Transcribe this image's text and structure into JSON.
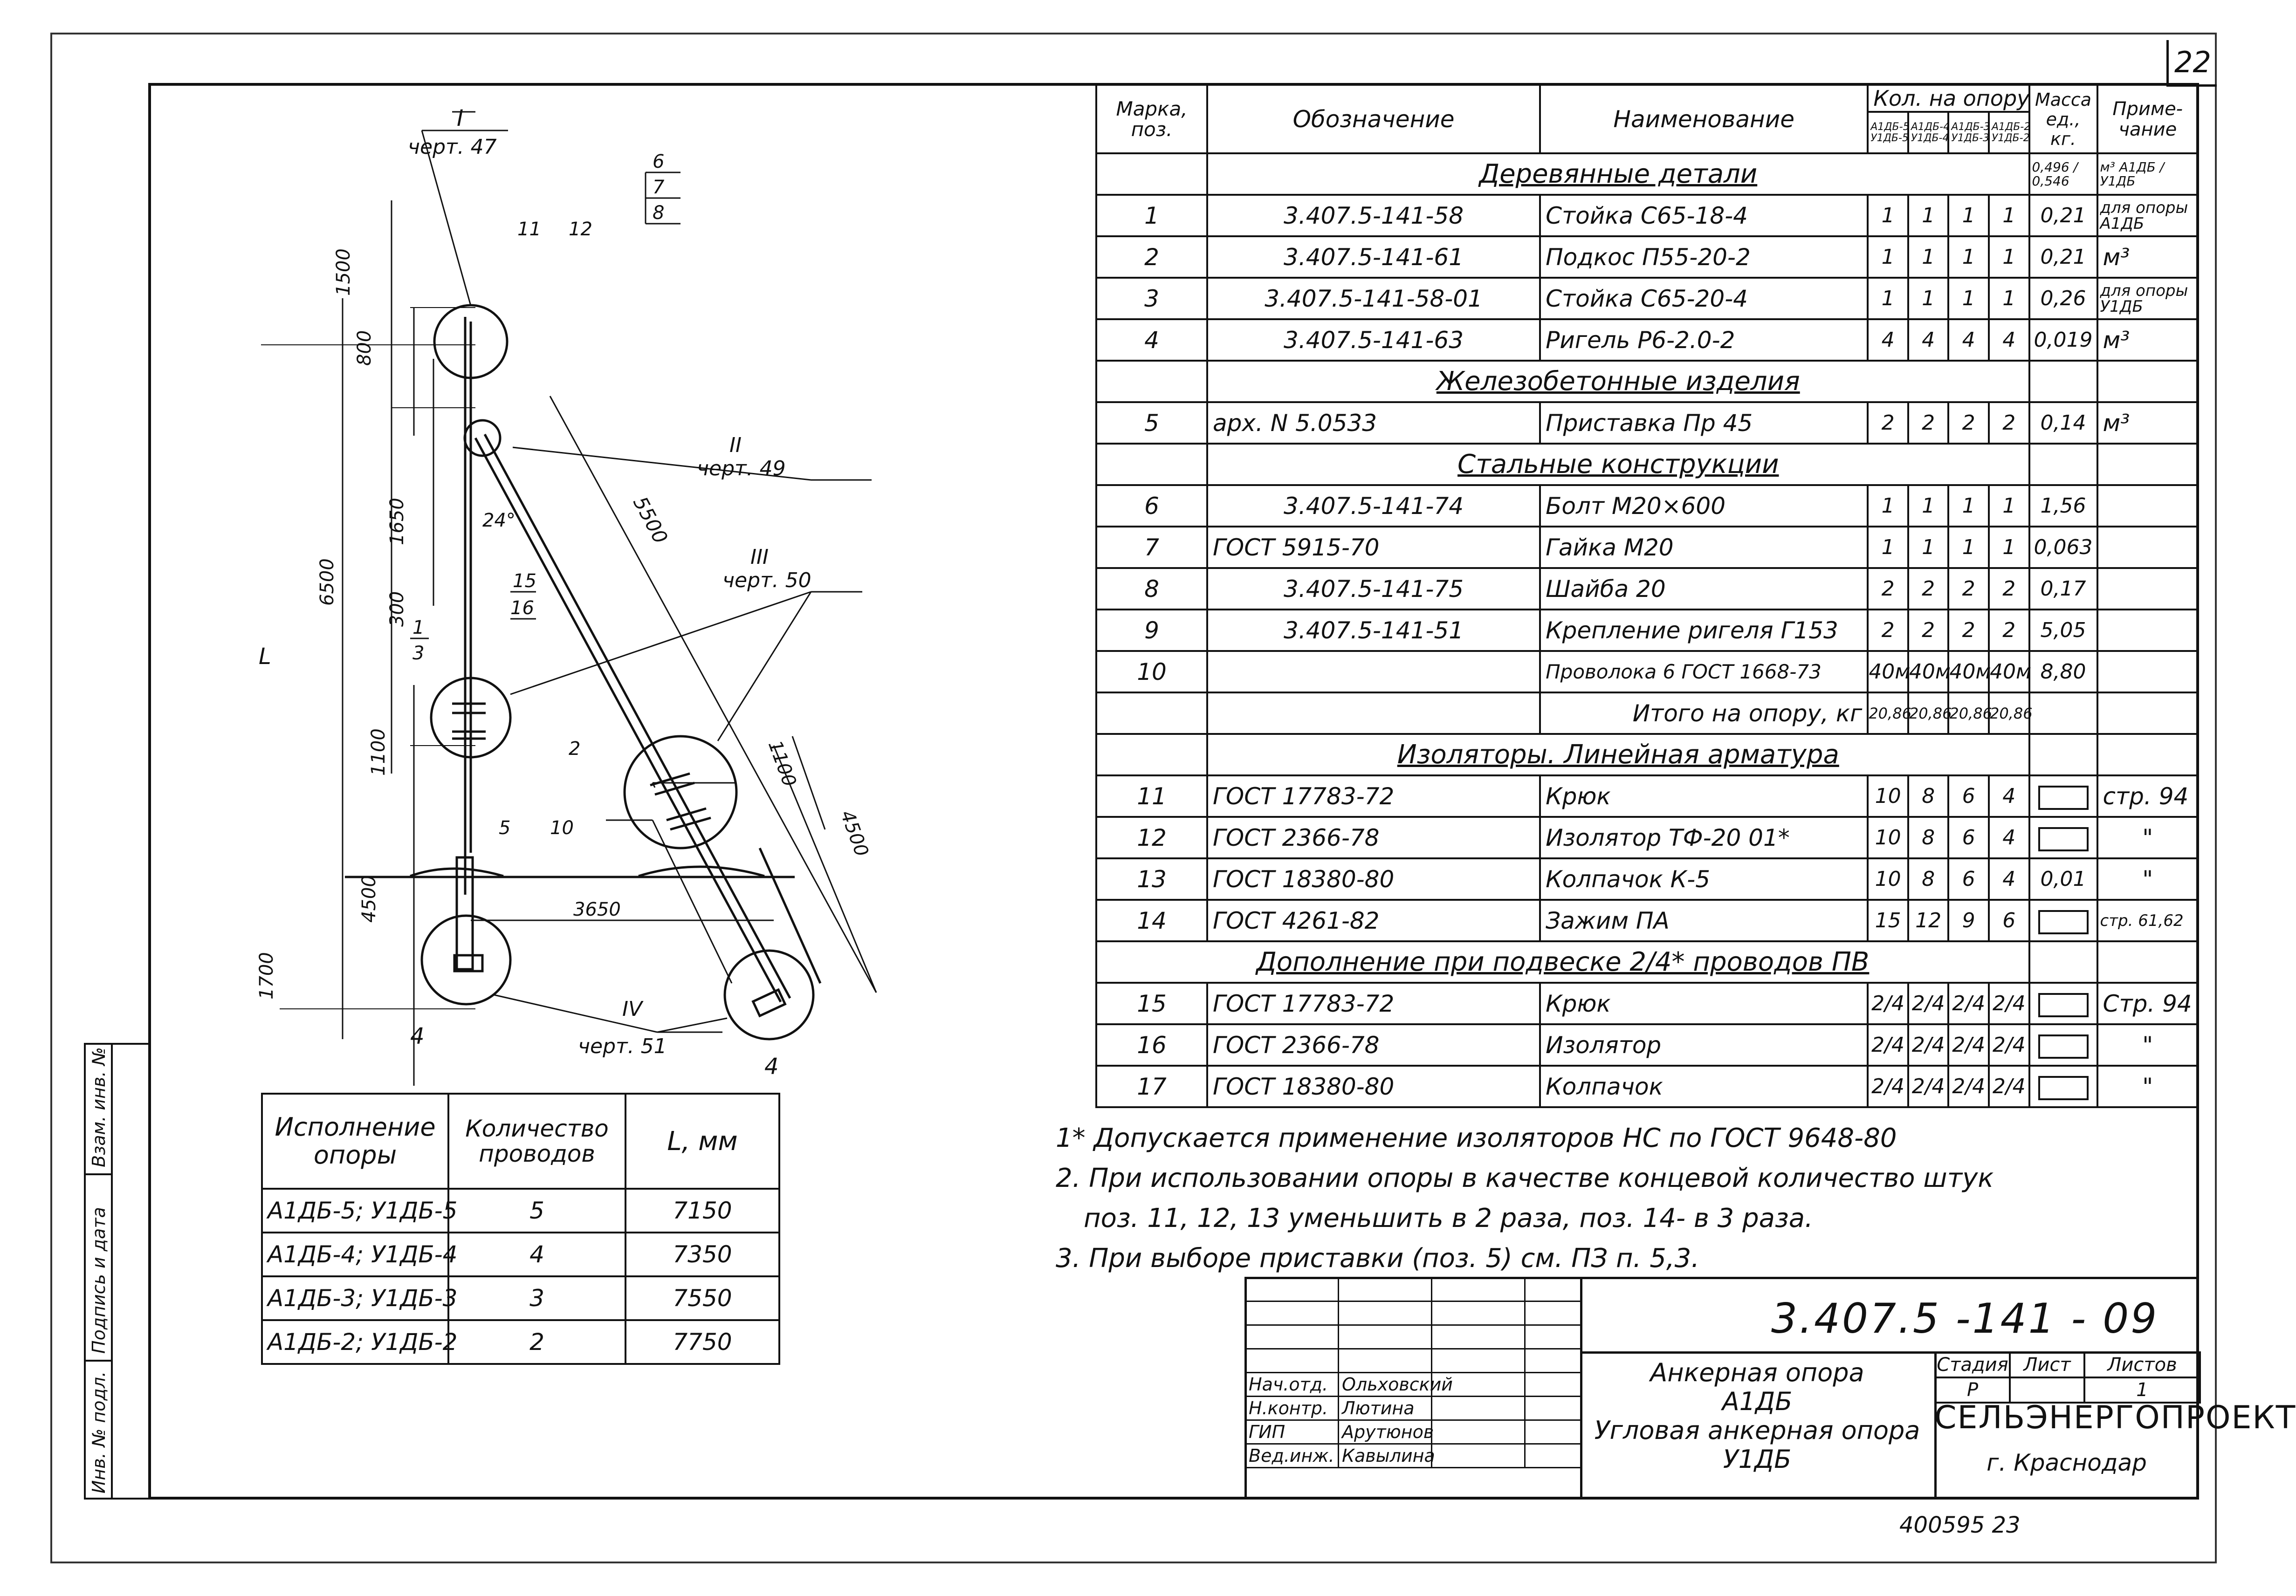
{
  "sheet_number": "22",
  "spec": {
    "headers": {
      "mark": "Марка, поз.",
      "designation": "Обозначение",
      "name": "Наименование",
      "qty": "Кол. на опору",
      "qty_cols": [
        "А1ДБ-5 У1ДБ-5",
        "А1ДБ-4 У1ДБ-4",
        "А1ДБ-3 У1ДБ-3",
        "А1ДБ-2 У1ДБ-2"
      ],
      "mass": "Масса ед., кг.",
      "note": "Приме- чание"
    },
    "sections": [
      {
        "title": "Деревянные детали",
        "mass_hint": "0,496 / 0,546",
        "note_hint": "м³ А1ДБ / У1ДБ",
        "rows": [
          {
            "pos": "1",
            "des": "3.407.5-141-58",
            "name": "Стойка С65-18-4",
            "q": [
              "1",
              "1",
              "1",
              "1"
            ],
            "mass": "0,21",
            "note": "для опоры А1ДБ"
          },
          {
            "pos": "2",
            "des": "3.407.5-141-61",
            "name": "Подкос П55-20-2",
            "q": [
              "1",
              "1",
              "1",
              "1"
            ],
            "mass": "0,21",
            "note": "м³"
          },
          {
            "pos": "3",
            "des": "3.407.5-141-58-01",
            "name": "Стойка С65-20-4",
            "q": [
              "1",
              "1",
              "1",
              "1"
            ],
            "mass": "0,26",
            "note": "для опоры У1ДБ"
          },
          {
            "pos": "4",
            "des": "3.407.5-141-63",
            "name": "Ригель Р6-2.0-2",
            "q": [
              "4",
              "4",
              "4",
              "4"
            ],
            "mass": "0,019",
            "note": "м³"
          }
        ]
      },
      {
        "title": "Железобетонные изделия",
        "rows": [
          {
            "pos": "5",
            "des": "арх. N 5.0533",
            "name": "Приставка Пр 45",
            "q": [
              "2",
              "2",
              "2",
              "2"
            ],
            "mass": "0,14",
            "note": "м³"
          }
        ]
      },
      {
        "title": "Стальные конструкции",
        "rows": [
          {
            "pos": "6",
            "des": "3.407.5-141-74",
            "name": "Болт М20×600",
            "q": [
              "1",
              "1",
              "1",
              "1"
            ],
            "mass": "1,56",
            "note": ""
          },
          {
            "pos": "7",
            "des": "ГОСТ 5915-70",
            "name": "Гайка М20",
            "q": [
              "1",
              "1",
              "1",
              "1"
            ],
            "mass": "0,063",
            "note": ""
          },
          {
            "pos": "8",
            "des": "3.407.5-141-75",
            "name": "Шайба 20",
            "q": [
              "2",
              "2",
              "2",
              "2"
            ],
            "mass": "0,17",
            "note": ""
          },
          {
            "pos": "9",
            "des": "3.407.5-141-51",
            "name": "Крепление ригеля Г153",
            "q": [
              "2",
              "2",
              "2",
              "2"
            ],
            "mass": "5,05",
            "note": ""
          },
          {
            "pos": "10",
            "des": "",
            "name": "Проволока 6 ГОСТ 1668-73",
            "q": [
              "40м",
              "40м",
              "40м",
              "40м"
            ],
            "mass": "8,80",
            "note": ""
          }
        ],
        "total": {
          "label": "Итого на опору, кг",
          "q": [
            "20,86",
            "20,86",
            "20,86",
            "20,86"
          ]
        }
      },
      {
        "title": "Изоляторы. Линейная арматура",
        "rows": [
          {
            "pos": "11",
            "des": "ГОСТ 17783-72",
            "name": "Крюк",
            "q": [
              "10",
              "8",
              "6",
              "4"
            ],
            "mass": "box",
            "note": "стр. 94"
          },
          {
            "pos": "12",
            "des": "ГОСТ 2366-78",
            "name": "Изолятор ТФ-20 01*",
            "q": [
              "10",
              "8",
              "6",
              "4"
            ],
            "mass": "box",
            "note": "\""
          },
          {
            "pos": "13",
            "des": "ГОСТ 18380-80",
            "name": "Колпачок К-5",
            "q": [
              "10",
              "8",
              "6",
              "4"
            ],
            "mass": "0,01",
            "note": "\""
          },
          {
            "pos": "14",
            "des": "ГОСТ 4261-82",
            "name": "Зажим ПА",
            "q": [
              "15",
              "12",
              "9",
              "6"
            ],
            "mass": "box",
            "note": "стр. 61,62"
          }
        ]
      },
      {
        "title": "Дополнение при подвеске 2/4* проводов ПВ",
        "rows": [
          {
            "pos": "15",
            "des": "ГОСТ 17783-72",
            "name": "Крюк",
            "q": [
              "2/4",
              "2/4",
              "2/4",
              "2/4"
            ],
            "mass": "box",
            "note": "Стр. 94"
          },
          {
            "pos": "16",
            "des": "ГОСТ 2366-78",
            "name": "Изолятор",
            "q": [
              "2/4",
              "2/4",
              "2/4",
              "2/4"
            ],
            "mass": "box",
            "note": "\""
          },
          {
            "pos": "17",
            "des": "ГОСТ 18380-80",
            "name": "Колпачок",
            "q": [
              "2/4",
              "2/4",
              "2/4",
              "2/4"
            ],
            "mass": "box",
            "note": "\""
          }
        ]
      }
    ]
  },
  "notes": [
    "1* Допускается применение изоляторов НС по ГОСТ 9648-80",
    "2. При использовании опоры в качестве концевой количество штук",
    "    поз. 11, 12, 13 уменьшить в 2 раза, поз. 14- в 3 раза.",
    "3. При выборе приставки (поз. 5) см. ПЗ п. 5,3."
  ],
  "variants": {
    "headers": [
      "Исполнение опоры",
      "Количество проводов",
      "L, мм"
    ],
    "rows": [
      [
        "А1ДБ-5; У1ДБ-5",
        "5",
        "7150"
      ],
      [
        "А1ДБ-4; У1ДБ-4",
        "4",
        "7350"
      ],
      [
        "А1ДБ-3; У1ДБ-3",
        "3",
        "7550"
      ],
      [
        "А1ДБ-2; У1ДБ-2",
        "2",
        "7750"
      ]
    ]
  },
  "drawing": {
    "callouts": {
      "I": "I",
      "I_ref": "черт. 47",
      "II": "II",
      "II_ref": "черт. 49",
      "III": "III",
      "III_ref": "черт. 50",
      "IV": "IV",
      "IV_ref": "черт. 51"
    },
    "dims": [
      "1500",
      "800",
      "1650",
      "6500",
      "300",
      "L",
      "1100",
      "4500",
      "1700",
      "24°",
      "5500",
      "1100",
      "4500",
      "3650"
    ],
    "positions": [
      "6",
      "7",
      "8",
      "11",
      "12",
      "15",
      "16",
      "1",
      "3",
      "2",
      "10",
      "5",
      "4",
      "4"
    ]
  },
  "title_block": {
    "doc_number": "3.407.5 -141 - 09",
    "roles": [
      {
        "role": "Нач.отд.",
        "name": "Ольховский"
      },
      {
        "role": "Н.контр.",
        "name": "Лютина"
      },
      {
        "role": "ГИП",
        "name": "Арутюнов"
      },
      {
        "role": "Вед.инж.",
        "name": "Кавылина"
      }
    ],
    "title_lines": [
      "Анкерная опора",
      "А1ДБ",
      "Угловая анкерная опора",
      "У1ДБ"
    ],
    "stage_label": "Стадия",
    "sheet_label": "Лист",
    "sheets_label": "Листов",
    "stage": "Р",
    "sheet": "",
    "sheets": "1",
    "org": "СЕЛЬЭНЕРГОПРОЕКТ",
    "city": "г. Краснодар",
    "stamp": "400595   23"
  },
  "strip": {
    "labels": [
      "Инв. № подл.",
      "Подпись и дата",
      "Взам. инв. №"
    ]
  }
}
